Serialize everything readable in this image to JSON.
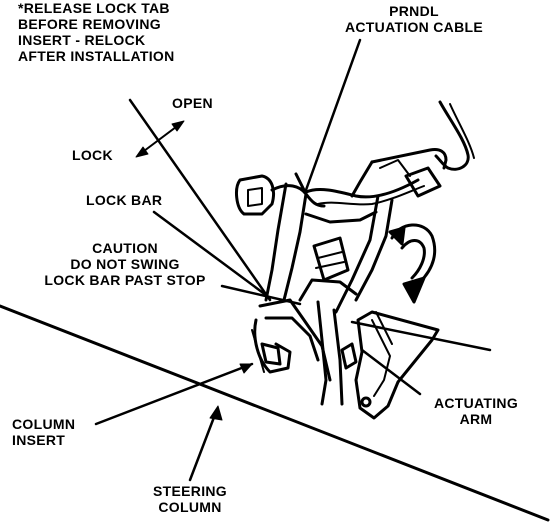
{
  "labels": {
    "release_note": [
      "*RELEASE LOCK TAB",
      "BEFORE REMOVING",
      "INSERT - RELOCK",
      "AFTER INSTALLATION"
    ],
    "prndl_cable": [
      "PRNDL",
      "ACTUATION CABLE"
    ],
    "open": "OPEN",
    "lock": "LOCK",
    "lock_bar": "LOCK BAR",
    "caution": [
      "CAUTION",
      "DO NOT SWING",
      "LOCK BAR PAST STOP"
    ],
    "column_insert": [
      "COLUMN",
      "INSERT"
    ],
    "actuating_arm": [
      "ACTUATING",
      "ARM"
    ],
    "steering_column": [
      "STEERING",
      "COLUMN"
    ]
  },
  "colors": {
    "ink": "#000000",
    "paper": "#ffffff"
  },
  "icons": [
    "double-headed-arrow-icon",
    "leader-arrow-icon"
  ]
}
